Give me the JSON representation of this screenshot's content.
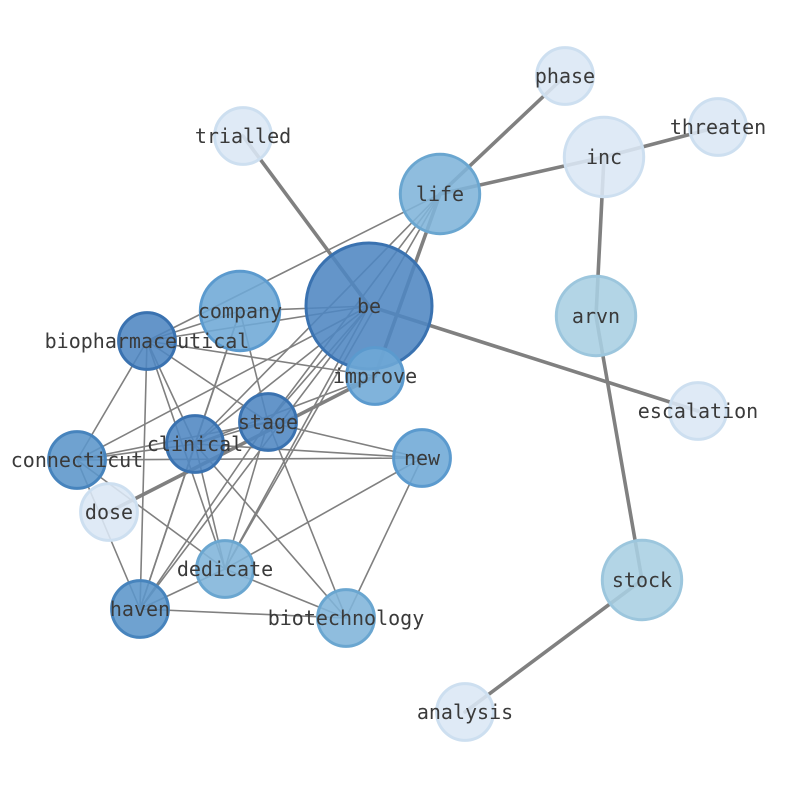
{
  "diagram": {
    "type": "word-network",
    "colors": {
      "edge_thin": "#808080",
      "edge_thick": "#808080",
      "label": "#3a3a3a"
    },
    "nodes": [
      {
        "id": "be",
        "label": "be",
        "fill": "#4f86c1",
        "stroke": "#3a72b0",
        "weight": 1.0
      },
      {
        "id": "life",
        "label": "life",
        "fill": "#7fb4d9",
        "stroke": "#6aa6d0",
        "weight": 0.63
      },
      {
        "id": "inc",
        "label": "inc",
        "fill": "#dbe7f5",
        "stroke": "#cddff0",
        "weight": 0.63
      },
      {
        "id": "arvn",
        "label": "arvn",
        "fill": "#a9cfe3",
        "stroke": "#9cc6dd",
        "weight": 0.63
      },
      {
        "id": "stock",
        "label": "stock",
        "fill": "#a9cfe3",
        "stroke": "#9cc6dd",
        "weight": 0.63
      },
      {
        "id": "company",
        "label": "company",
        "fill": "#6ea8d6",
        "stroke": "#5b9ace",
        "weight": 0.63
      },
      {
        "id": "phase",
        "label": "phase",
        "fill": "#dbe7f5",
        "stroke": "#cddff0",
        "weight": 0.45
      },
      {
        "id": "threaten",
        "label": "threaten",
        "fill": "#dbe7f5",
        "stroke": "#cddff0",
        "weight": 0.45
      },
      {
        "id": "trialled",
        "label": "trialled",
        "fill": "#dbe7f5",
        "stroke": "#cddff0",
        "weight": 0.45
      },
      {
        "id": "biopharmaceutical",
        "label": "biopharmaceutical",
        "fill": "#4f86c1",
        "stroke": "#3a72b0",
        "weight": 0.45
      },
      {
        "id": "improve",
        "label": "improve",
        "fill": "#6ea8d6",
        "stroke": "#5b9ace",
        "weight": 0.45
      },
      {
        "id": "stage",
        "label": "stage",
        "fill": "#4f86c1",
        "stroke": "#3a72b0",
        "weight": 0.45
      },
      {
        "id": "clinical",
        "label": "clinical",
        "fill": "#4f86c1",
        "stroke": "#3a72b0",
        "weight": 0.45
      },
      {
        "id": "connecticut",
        "label": "connecticut",
        "fill": "#5b95c9",
        "stroke": "#4784bd",
        "weight": 0.45
      },
      {
        "id": "new",
        "label": "new",
        "fill": "#6ea8d6",
        "stroke": "#5b9ace",
        "weight": 0.45
      },
      {
        "id": "dose",
        "label": "dose",
        "fill": "#dbe7f5",
        "stroke": "#cddff0",
        "weight": 0.45
      },
      {
        "id": "escalation",
        "label": "escalation",
        "fill": "#dbe7f5",
        "stroke": "#cddff0",
        "weight": 0.45
      },
      {
        "id": "dedicate",
        "label": "dedicate",
        "fill": "#7fb4d9",
        "stroke": "#6aa6d0",
        "weight": 0.45
      },
      {
        "id": "haven",
        "label": "haven",
        "fill": "#5b95c9",
        "stroke": "#4784bd",
        "weight": 0.45
      },
      {
        "id": "biotechnology",
        "label": "biotechnology",
        "fill": "#7fb4d9",
        "stroke": "#6aa6d0",
        "weight": 0.45
      },
      {
        "id": "analysis",
        "label": "analysis",
        "fill": "#dbe7f5",
        "stroke": "#cddff0",
        "weight": 0.45
      }
    ],
    "edges": [
      {
        "source": "be",
        "target": "trialled",
        "strength": "strong"
      },
      {
        "source": "be",
        "target": "escalation",
        "strength": "strong"
      },
      {
        "source": "be",
        "target": "company",
        "strength": "weak"
      },
      {
        "source": "be",
        "target": "biopharmaceutical",
        "strength": "weak"
      },
      {
        "source": "be",
        "target": "stage",
        "strength": "weak"
      },
      {
        "source": "be",
        "target": "clinical",
        "strength": "weak"
      },
      {
        "source": "be",
        "target": "connecticut",
        "strength": "weak"
      },
      {
        "source": "be",
        "target": "dedicate",
        "strength": "weak"
      },
      {
        "source": "be",
        "target": "haven",
        "strength": "weak"
      },
      {
        "source": "phase",
        "target": "life",
        "strength": "strong"
      },
      {
        "source": "life",
        "target": "improve",
        "strength": "strong"
      },
      {
        "source": "life",
        "target": "inc",
        "strength": "strong"
      },
      {
        "source": "life",
        "target": "biopharmaceutical",
        "strength": "weak"
      },
      {
        "source": "life",
        "target": "stage",
        "strength": "weak"
      },
      {
        "source": "life",
        "target": "clinical",
        "strength": "weak"
      },
      {
        "source": "life",
        "target": "dedicate",
        "strength": "weak"
      },
      {
        "source": "inc",
        "target": "threaten",
        "strength": "strong"
      },
      {
        "source": "inc",
        "target": "arvn",
        "strength": "strong"
      },
      {
        "source": "arvn",
        "target": "stock",
        "strength": "strong"
      },
      {
        "source": "stock",
        "target": "analysis",
        "strength": "strong"
      },
      {
        "source": "improve",
        "target": "dose",
        "strength": "strong"
      },
      {
        "source": "improve",
        "target": "biopharmaceutical",
        "strength": "weak"
      },
      {
        "source": "improve",
        "target": "clinical",
        "strength": "weak"
      },
      {
        "source": "company",
        "target": "biopharmaceutical",
        "strength": "weak"
      },
      {
        "source": "company",
        "target": "clinical",
        "strength": "weak"
      },
      {
        "source": "company",
        "target": "stage",
        "strength": "weak"
      },
      {
        "source": "company",
        "target": "haven",
        "strength": "weak"
      },
      {
        "source": "biopharmaceutical",
        "target": "stage",
        "strength": "weak"
      },
      {
        "source": "biopharmaceutical",
        "target": "clinical",
        "strength": "weak"
      },
      {
        "source": "biopharmaceutical",
        "target": "connecticut",
        "strength": "weak"
      },
      {
        "source": "biopharmaceutical",
        "target": "haven",
        "strength": "weak"
      },
      {
        "source": "biopharmaceutical",
        "target": "dedicate",
        "strength": "weak"
      },
      {
        "source": "stage",
        "target": "clinical",
        "strength": "weak"
      },
      {
        "source": "stage",
        "target": "connecticut",
        "strength": "weak"
      },
      {
        "source": "stage",
        "target": "new",
        "strength": "weak"
      },
      {
        "source": "stage",
        "target": "dedicate",
        "strength": "weak"
      },
      {
        "source": "stage",
        "target": "haven",
        "strength": "weak"
      },
      {
        "source": "stage",
        "target": "biotechnology",
        "strength": "weak"
      },
      {
        "source": "clinical",
        "target": "connecticut",
        "strength": "weak"
      },
      {
        "source": "clinical",
        "target": "new",
        "strength": "weak"
      },
      {
        "source": "clinical",
        "target": "dedicate",
        "strength": "weak"
      },
      {
        "source": "clinical",
        "target": "haven",
        "strength": "weak"
      },
      {
        "source": "clinical",
        "target": "biotechnology",
        "strength": "weak"
      },
      {
        "source": "connecticut",
        "target": "new",
        "strength": "weak"
      },
      {
        "source": "connecticut",
        "target": "dedicate",
        "strength": "weak"
      },
      {
        "source": "connecticut",
        "target": "haven",
        "strength": "weak"
      },
      {
        "source": "new",
        "target": "dedicate",
        "strength": "weak"
      },
      {
        "source": "new",
        "target": "biotechnology",
        "strength": "weak"
      },
      {
        "source": "dedicate",
        "target": "biotechnology",
        "strength": "weak"
      },
      {
        "source": "dedicate",
        "target": "haven",
        "strength": "weak"
      },
      {
        "source": "haven",
        "target": "biotechnology",
        "strength": "weak"
      }
    ]
  }
}
